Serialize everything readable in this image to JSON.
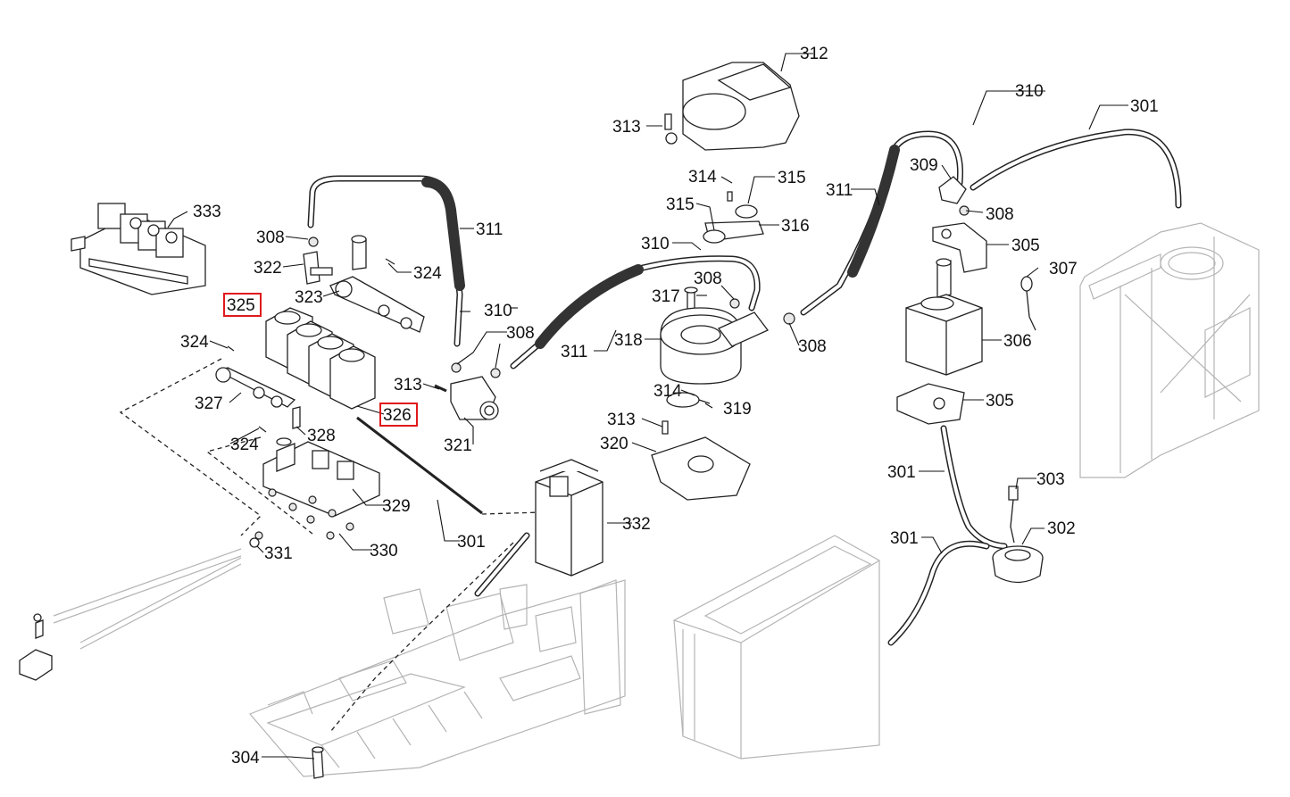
{
  "callouts": {
    "c301a": "301",
    "c301b": "301",
    "c301c": "301",
    "c301d": "301",
    "c302": "302",
    "c303": "303",
    "c304": "304",
    "c305a": "305",
    "c305b": "305",
    "c306": "306",
    "c307": "307",
    "c308a": "308",
    "c308b": "308",
    "c308c": "308",
    "c308d": "308",
    "c308e": "308",
    "c309": "309",
    "c310a": "310",
    "c310b": "310",
    "c310c": "310",
    "c311a": "311",
    "c311b": "311",
    "c311c": "311",
    "c312": "312",
    "c313a": "313",
    "c313b": "313",
    "c313c": "313",
    "c314a": "314",
    "c314b": "314",
    "c315a": "315",
    "c315b": "315",
    "c316": "316",
    "c317": "317",
    "c318": "318",
    "c319": "319",
    "c320": "320",
    "c321": "321",
    "c322": "322",
    "c323": "323",
    "c324a": "324",
    "c324b": "324",
    "c324c": "324",
    "c325": "325",
    "c326": "326",
    "c327": "327",
    "c328": "328",
    "c329": "329",
    "c330": "330",
    "c331": "331",
    "c332": "332",
    "c333": "333"
  },
  "highlight_color": "#e0191c"
}
